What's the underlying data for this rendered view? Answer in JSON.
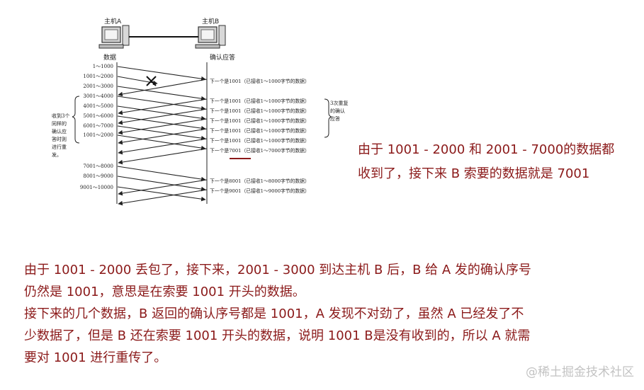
{
  "diagram": {
    "host_a": "主机A",
    "host_b": "主机B",
    "left_header": "数据",
    "right_header": "确认应答",
    "sends": [
      "1～1000",
      "1001～2000",
      "2001～3000",
      "3001～4000",
      "4001～5000",
      "5001～6000",
      "6001～7000",
      "1001～2000",
      "7001～8000",
      "8001～9000",
      "9001～10000"
    ],
    "acks": [
      "下一个是1001（已接收1～1000字节的数据）",
      "下一个是1001（已接收1～1000字节的数据）",
      "下一个是1001（已接收1～1000字节的数据）",
      "下一个是1001（已接收1～1000字节的数据）",
      "下一个是1001（已接收1～1000字节的数据）",
      "下一个是1001（已接收1～1000字节的数据）",
      "下一个是7001（已接收1～7000字节的数据）",
      "下一个是8001（已接收1～8000字节的数据）",
      "下一个是9001（已接收1～9000字节的数据）"
    ],
    "brace_left_lines": [
      "收到3个",
      "同样的",
      "确认应",
      "答时则",
      "进行重",
      "发。"
    ],
    "brace_right_lines": [
      "3次重复",
      "的确认",
      "应答"
    ]
  },
  "side_note": {
    "line1": "由于 1001 - 2000 和 2001 - 7000的数据都",
    "line2": "收到了，接下来 B 索要的数据就是 7001"
  },
  "paragraph": {
    "line1": "由于 1001 - 2000 丢包了，接下来，2001 - 3000 到达主机 B 后，B 给 A 发的确认序号",
    "line2": "仍然是 1001，意思是在索要 1001 开头的数据。",
    "line3": "接下来的几个数据，B 返回的确认序号都是 1001，A 发现不对劲了，虽然 A 已经发了不",
    "line4": "少数据了，但是 B 还在索要 1001 开头的数据，说明 1001 B是没有收到的，所以 A 就需",
    "line5": "要对 1001 进行重传了。"
  },
  "watermark": "@稀土掘金技术社区",
  "colors": {
    "note": "#8b1a1a",
    "underline": "#8b1a1a",
    "watermark": "#c3c3c3",
    "line": "#222222"
  }
}
